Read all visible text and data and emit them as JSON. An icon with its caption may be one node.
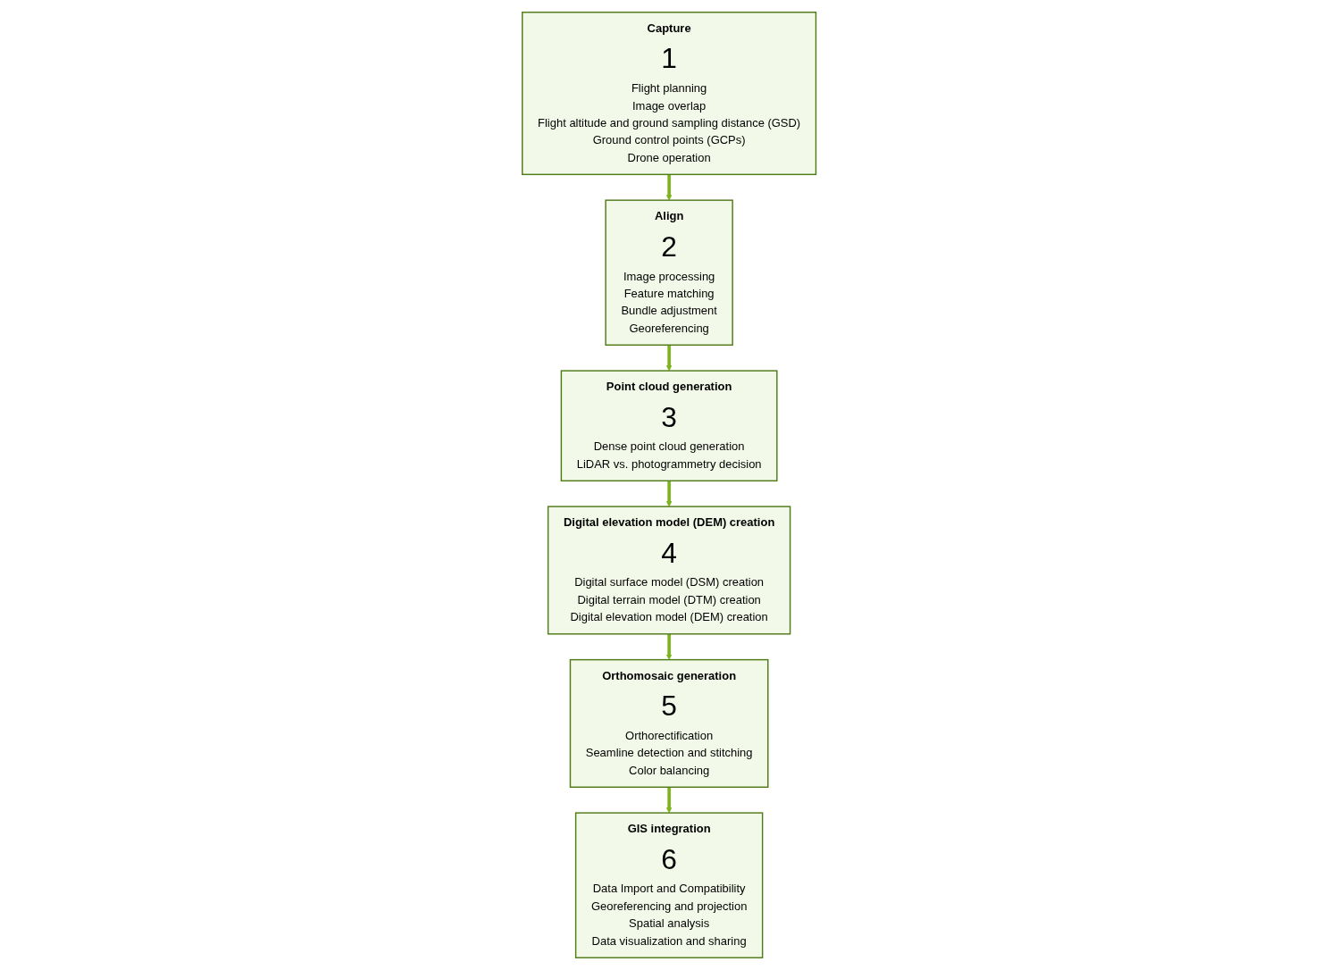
{
  "diagram": {
    "nodes": [
      {
        "text": [
          "Capture",
          "1",
          "Flight planning",
          "Image overlap",
          "Flight altitude and ground sampling distance (GSD)",
          "Ground control points (GCPs)",
          "Drone operation"
        ]
      },
      {
        "text": [
          "Align",
          "2",
          "Image processing",
          "Feature matching",
          "Bundle adjustment",
          "Georeferencing"
        ]
      },
      {
        "text": [
          "Point cloud generation",
          "3",
          "Dense point cloud generation",
          "LiDAR vs. photogrammetry decision"
        ]
      },
      {
        "text": [
          "Digital elevation model (DEM) creation",
          "4",
          "Digital surface model (DSM) creation",
          "Digital terrain model (DTM) creation",
          "Digital elevation model (DEM) creation"
        ]
      },
      {
        "text": [
          "Orthomosaic generation",
          "5",
          "Orthorectification",
          "Seamline detection and stitching",
          "Color balancing"
        ]
      },
      {
        "text": [
          "GIS integration",
          "6",
          "Data Import and Compatibility",
          "Georeferencing and projection",
          "Spatial analysis",
          "Data visualization and sharing"
        ]
      }
    ],
    "edges": [
      {
        "from": 0,
        "to": 1,
        "arrow": "to"
      },
      {
        "from": 1,
        "to": 2,
        "arrow": "to"
      },
      {
        "from": 2,
        "to": 3,
        "arrow": "to"
      },
      {
        "from": 3,
        "to": 4,
        "arrow": "to"
      },
      {
        "from": 4,
        "to": 5,
        "arrow": "to"
      }
    ]
  }
}
